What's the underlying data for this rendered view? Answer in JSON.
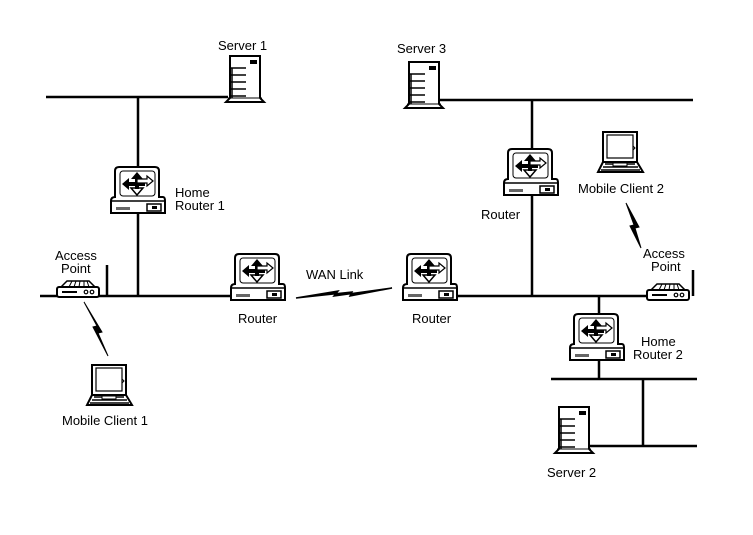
{
  "diagram": {
    "type": "network-topology",
    "colors": {
      "line": "#000000",
      "background": "#ffffff"
    },
    "nodes": {
      "server1": {
        "label": "Server 1",
        "icon": "server-icon"
      },
      "server2": {
        "label": "Server 2",
        "icon": "server-icon"
      },
      "server3": {
        "label": "Server 3",
        "icon": "server-icon"
      },
      "home_router1": {
        "label_line1": "Home",
        "label_line2": "Router 1",
        "icon": "router-icon"
      },
      "home_router2": {
        "label_line1": "Home",
        "label_line2": "Router 2",
        "icon": "router-icon"
      },
      "router_left": {
        "label": "Router",
        "icon": "router-icon"
      },
      "router_center": {
        "label": "Router",
        "icon": "router-icon"
      },
      "router_top_right": {
        "label": "Router",
        "icon": "router-icon"
      },
      "access_point1": {
        "label_line1": "Access",
        "label_line2": "Point",
        "icon": "access-point-icon"
      },
      "access_point2": {
        "label_line1": "Access",
        "label_line2": "Point",
        "icon": "access-point-icon"
      },
      "mobile_client1": {
        "label": "Mobile Client 1",
        "icon": "laptop-icon"
      },
      "mobile_client2": {
        "label": "Mobile Client 2",
        "icon": "laptop-icon"
      }
    },
    "links": {
      "wan": {
        "label": "WAN Link",
        "icon": "lightning-icon"
      }
    }
  }
}
